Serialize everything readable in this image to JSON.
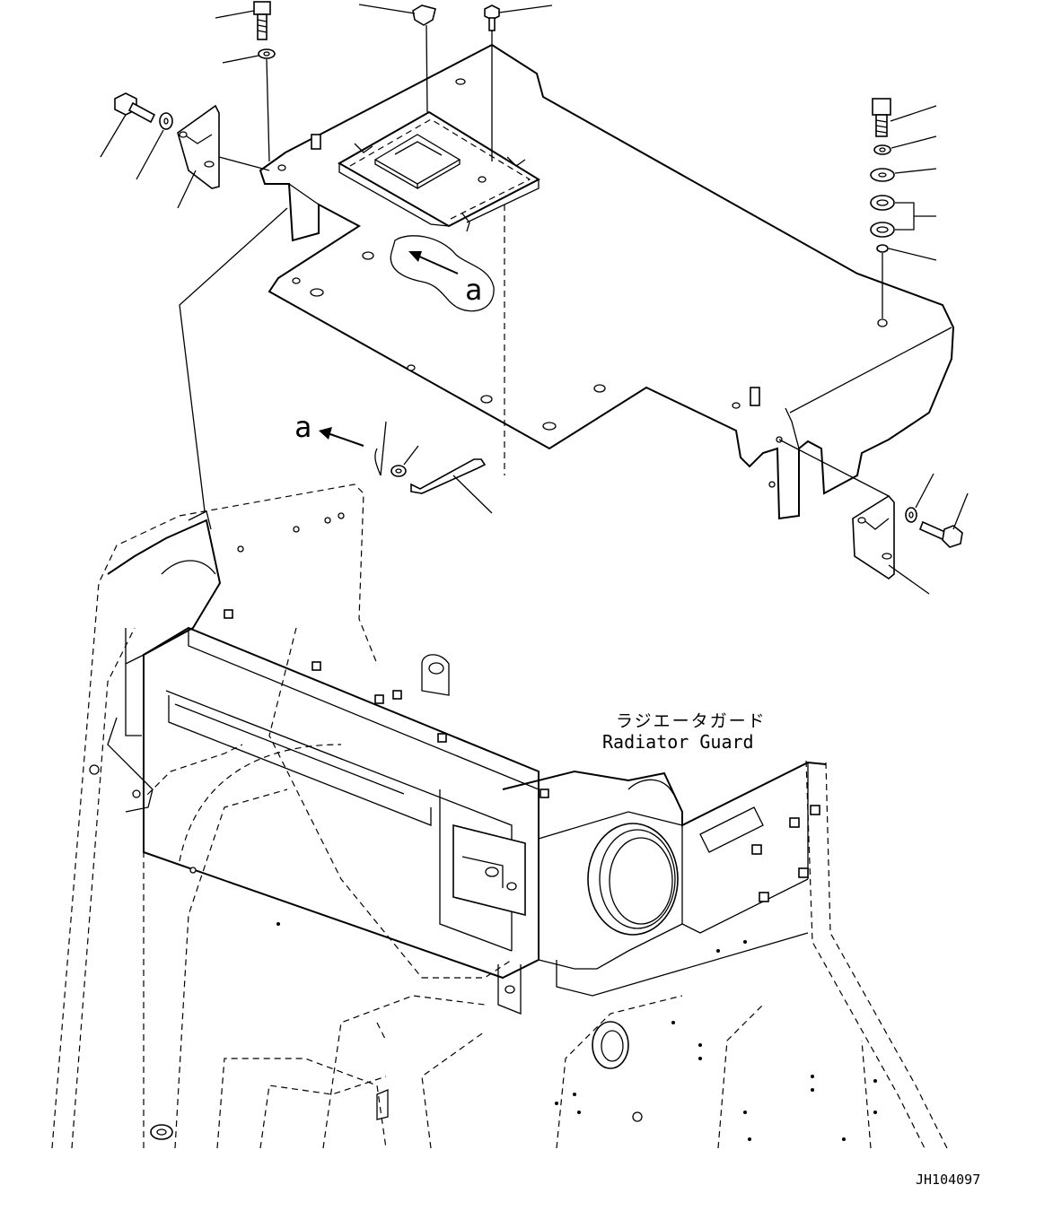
{
  "labels": {
    "title_jp": "ラジエータガード",
    "title_en": "Radiator Guard",
    "view_marker_1": "a",
    "view_marker_2": "a",
    "drawing_id": "JH104097"
  }
}
